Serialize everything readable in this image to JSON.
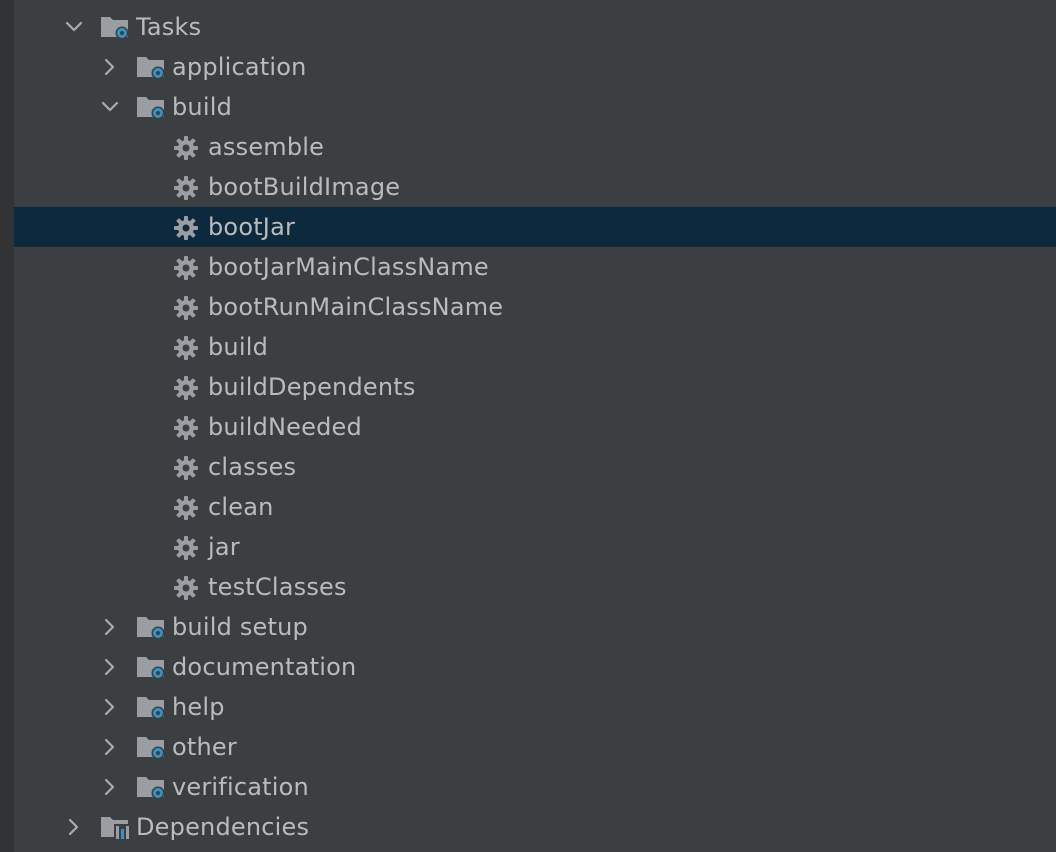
{
  "colors": {
    "background": "#3c3f41",
    "selection": "#0d293e",
    "text": "#bbbbbb",
    "folder": "#9a9ea2",
    "gear_badge": "#3592c4",
    "task_gear": "#9a9ea2"
  },
  "tree": {
    "tasks": {
      "label": "Tasks",
      "expanded": true
    },
    "groups": [
      {
        "label": "application",
        "expanded": false
      },
      {
        "label": "build",
        "expanded": true,
        "tasks": [
          "assemble",
          "bootBuildImage",
          "bootJar",
          "bootJarMainClassName",
          "bootRunMainClassName",
          "build",
          "buildDependents",
          "buildNeeded",
          "classes",
          "clean",
          "jar",
          "testClasses"
        ],
        "selected_task": "bootJar"
      },
      {
        "label": "build setup",
        "expanded": false
      },
      {
        "label": "documentation",
        "expanded": false
      },
      {
        "label": "help",
        "expanded": false
      },
      {
        "label": "other",
        "expanded": false
      },
      {
        "label": "verification",
        "expanded": false
      }
    ],
    "dependencies": {
      "label": "Dependencies",
      "expanded": false
    }
  }
}
